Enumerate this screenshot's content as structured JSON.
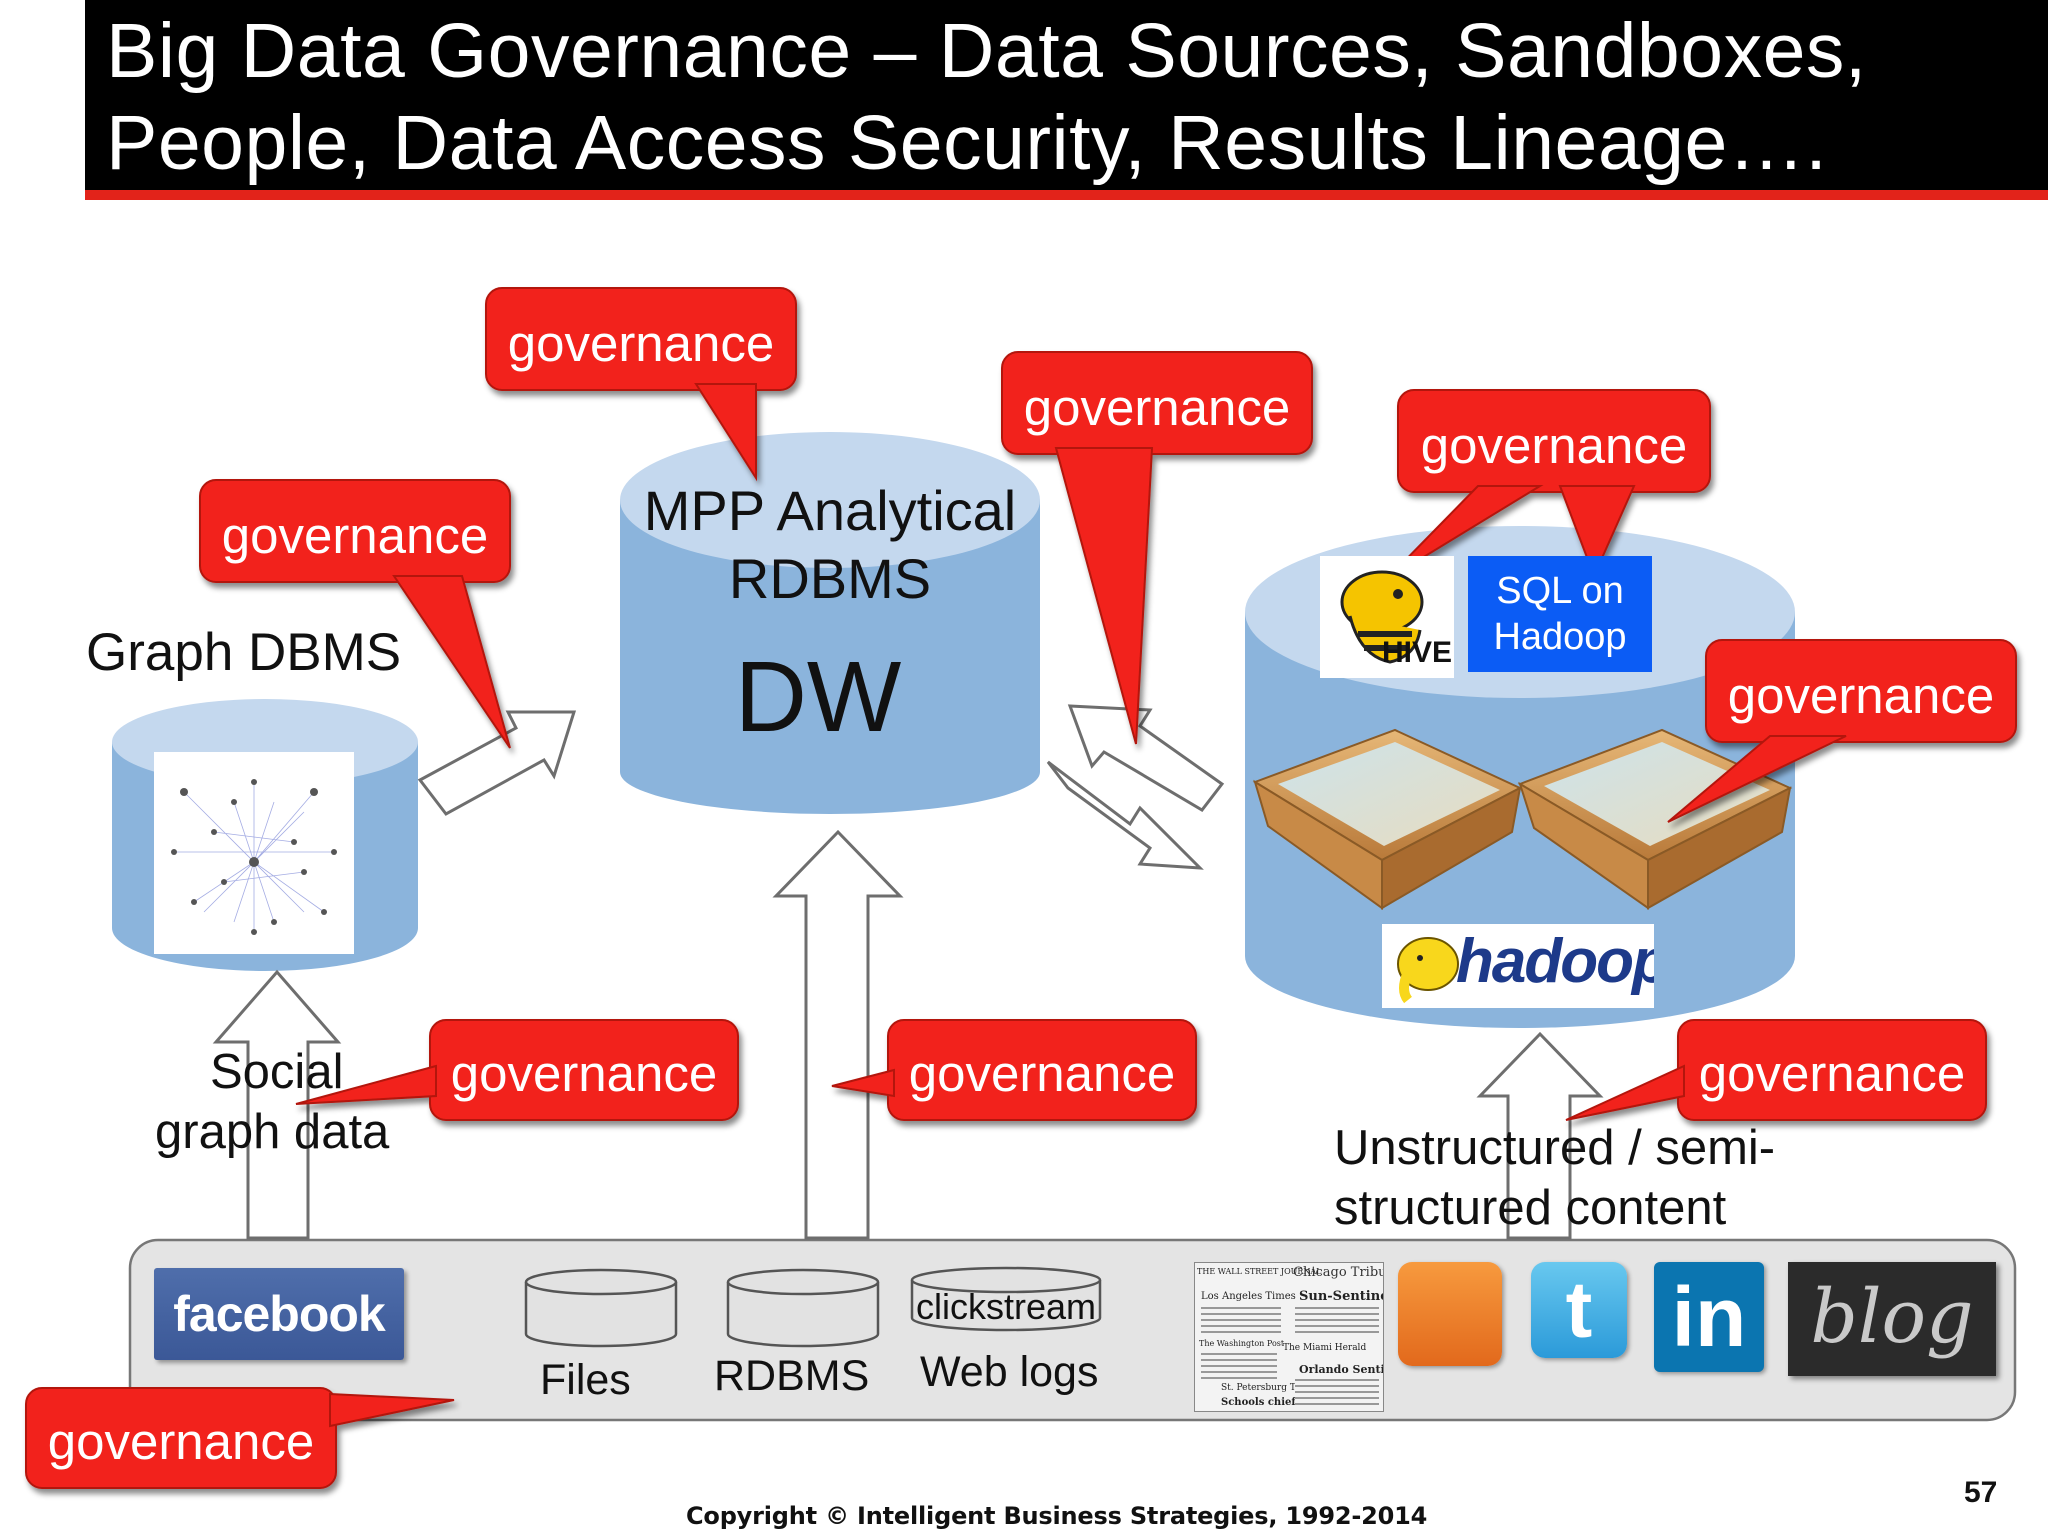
{
  "title": {
    "line1": "Big Data Governance – Data Sources, Sandboxes,",
    "line2": "People, Data Access Security, Results Lineage…."
  },
  "governance_label": "governance",
  "stores": {
    "graph_dbms": "Graph DBMS",
    "mpp_line1": "MPP Analytical",
    "mpp_line2": "RDBMS",
    "dw": "DW",
    "sql_on_hadoop_line1": "SQL on",
    "sql_on_hadoop_line2": "Hadoop",
    "hive": "HIVE",
    "hadoop": "hadoop"
  },
  "flows": {
    "social_line1": "Social",
    "social_line2": "graph data",
    "unstructured_line1": "Unstructured / semi-",
    "unstructured_line2": "structured content"
  },
  "sources": {
    "facebook": "facebook",
    "files": "Files",
    "rdbms": "RDBMS",
    "clickstream": "clickstream",
    "web_logs": "Web logs",
    "newspaper_1": "Chicago Tribune",
    "newspaper_2": "Sun-Sentinel",
    "newspaper_3": "Los Angeles Times",
    "newspaper_4": "The Washington Post",
    "newspaper_5": "The Miami Herald",
    "newspaper_6": "Orlando Sentinel",
    "newspaper_7": "St. Petersburg Times",
    "newspaper_8": "Schools chief",
    "newspaper_9": "THE WALL STREET JOURNAL",
    "twitter": "t",
    "linkedin": "in",
    "blog": "blog"
  },
  "footer": {
    "copyright": "Copyright © Intelligent Business Strategies, 1992-2014",
    "page": "57"
  },
  "colors": {
    "callout_red": "#f2231a",
    "cylinder_blue": "#8bb4dc",
    "cylinder_top": "#c4d8ee",
    "title_bg": "#000000",
    "accent_rule": "#e2231a",
    "sql_on_hadoop_bg": "#0b5cf5"
  },
  "icons": [
    "facebook-logo",
    "rss-icon",
    "twitter-icon",
    "linkedin-icon",
    "blog-wordcloud-icon",
    "hive-logo-icon",
    "hadoop-elephant-icon",
    "sandbox-icon",
    "social-graph-icon"
  ]
}
